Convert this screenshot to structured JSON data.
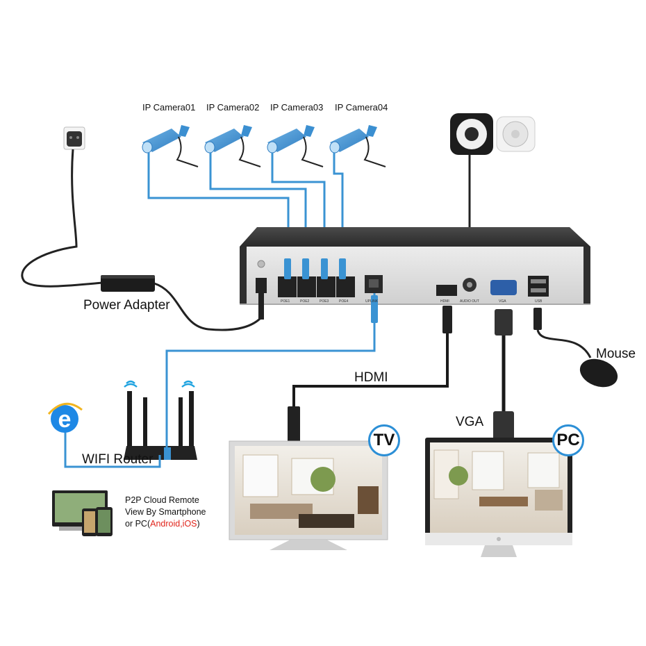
{
  "cameras": [
    {
      "label": "IP Camera01"
    },
    {
      "label": "IP Camera02"
    },
    {
      "label": "IP Camera03"
    },
    {
      "label": "IP Camera04"
    }
  ],
  "nvr_ports": {
    "poe": [
      "POE1",
      "POE2",
      "POE3",
      "POE4"
    ],
    "uplink": "UPLINK",
    "hdmi": "HDMI",
    "audio_out": "AUDIO OUT",
    "vga": "VGA",
    "usb": "USB"
  },
  "labels": {
    "power_adapter": "Power Adapter",
    "hdmi": "HDMI",
    "vga": "VGA",
    "mouse": "Mouse",
    "wifi_router": "WIFI Router",
    "tv_badge": "TV",
    "pc_badge": "PC"
  },
  "p2p": {
    "line1": "P2P Cloud Remote",
    "line2": "View By Smartphone",
    "line3_prefix": "or PC(",
    "line3_red": "Android,iOS",
    "line3_suffix": ")"
  },
  "colors": {
    "network_cable": "#3a93d3",
    "black_cable": "#1a1a1a",
    "badge_ring": "#2c8fd6",
    "highlight_text": "#e0241b"
  }
}
